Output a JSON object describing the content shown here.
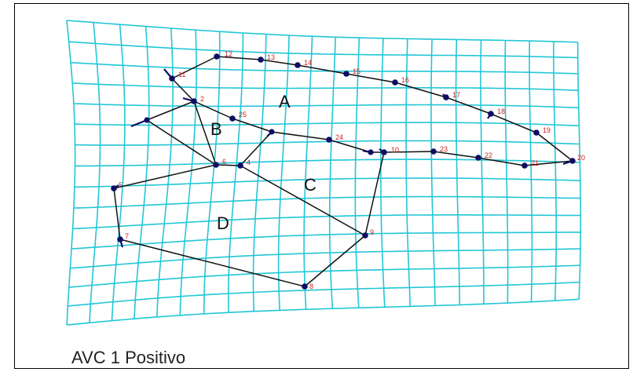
{
  "caption": "AVC 1 Positivo",
  "colors": {
    "grid": "#22c6d6",
    "outline": "#111111",
    "landmark": "#0d0d66",
    "landmark_label": "#cc2222"
  },
  "regions": [
    {
      "id": "A",
      "label": "A"
    },
    {
      "id": "B",
      "label": "B"
    },
    {
      "id": "C",
      "label": "C"
    },
    {
      "id": "D",
      "label": "D"
    }
  ],
  "landmarks": [
    {
      "id": "2",
      "label": "2"
    },
    {
      "id": "4",
      "label": "4"
    },
    {
      "id": "5",
      "label": "5"
    },
    {
      "id": "6",
      "label": "6"
    },
    {
      "id": "7",
      "label": "7"
    },
    {
      "id": "8",
      "label": "8"
    },
    {
      "id": "9",
      "label": "9"
    },
    {
      "id": "10",
      "label": "10"
    },
    {
      "id": "11",
      "label": "11"
    },
    {
      "id": "12",
      "label": "12"
    },
    {
      "id": "13",
      "label": "13"
    },
    {
      "id": "14",
      "label": "14"
    },
    {
      "id": "15",
      "label": "15"
    },
    {
      "id": "16",
      "label": "16"
    },
    {
      "id": "17",
      "label": "17"
    },
    {
      "id": "18",
      "label": "18"
    },
    {
      "id": "19",
      "label": "19"
    },
    {
      "id": "20",
      "label": "20"
    },
    {
      "id": "21",
      "label": "21"
    },
    {
      "id": "22",
      "label": "22"
    },
    {
      "id": "23",
      "label": "23"
    },
    {
      "id": "24",
      "label": "24"
    },
    {
      "id": "25",
      "label": "25"
    }
  ]
}
